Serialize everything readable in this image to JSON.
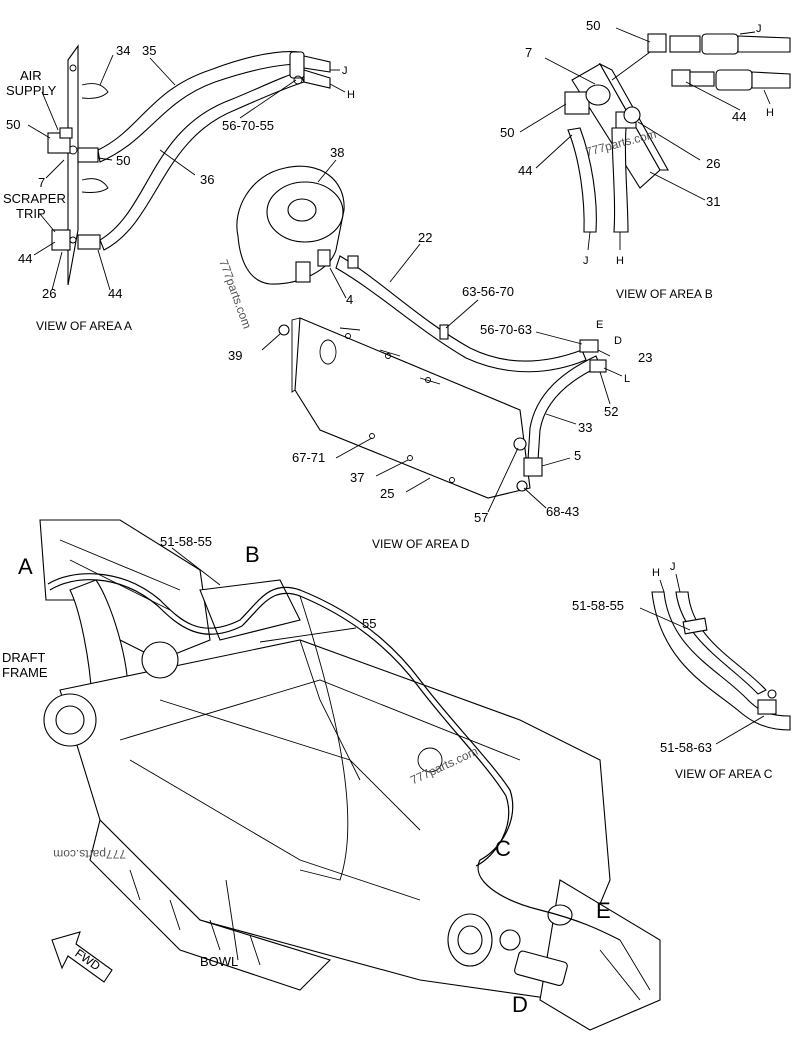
{
  "views": {
    "area_a": {
      "caption": "VIEW OF AREA A",
      "callouts": [
        "AIR",
        "SUPPLY",
        "34",
        "35",
        "50",
        "7",
        "SCRAPER",
        "TRIP",
        "36",
        "44",
        "26",
        "44"
      ],
      "hose_letters": [
        "J",
        "H"
      ],
      "fitting_callout": "56-70-55",
      "second_50": "50"
    },
    "area_b": {
      "caption": "VIEW OF AREA B",
      "callouts": [
        "50",
        "7",
        "50",
        "44",
        "44",
        "26",
        "31"
      ],
      "hose_letters": [
        "J",
        "H",
        "J",
        "H"
      ]
    },
    "area_c": {
      "caption": "VIEW OF AREA C",
      "callouts": [
        "51-58-55",
        "51-58-63"
      ],
      "hose_letters": [
        "H",
        "J"
      ]
    },
    "area_d": {
      "caption": "VIEW OF AREA D",
      "callouts": [
        "38",
        "22",
        "4",
        "63-56-70",
        "39",
        "56-70-63",
        "E",
        "D",
        "23",
        "L",
        "52",
        "33",
        "5",
        "67-71",
        "37",
        "25",
        "57",
        "68-43"
      ]
    },
    "main": {
      "area_letters": [
        "A",
        "B",
        "C",
        "D",
        "E"
      ],
      "callouts": [
        "51-58-55",
        "55",
        "DRAFT",
        "FRAME",
        "BOWL"
      ],
      "fwd": "FWD"
    }
  },
  "watermark": "777parts.com"
}
